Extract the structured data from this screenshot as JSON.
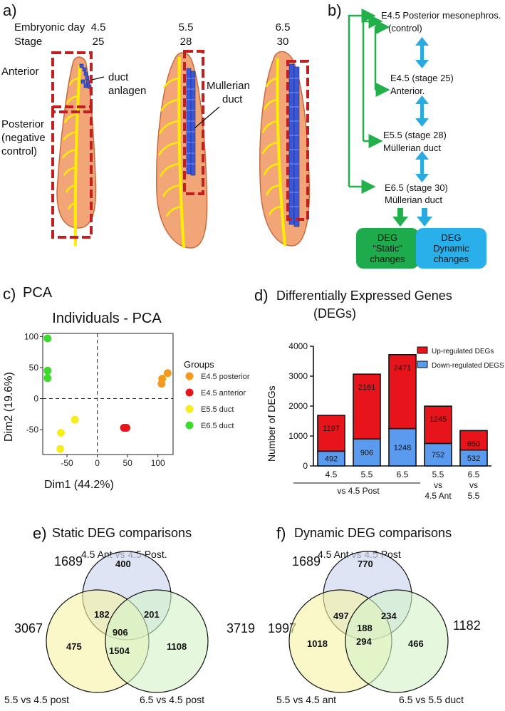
{
  "panel_a": {
    "label": "a)",
    "row_embryonic_day": "Embryonic day",
    "row_stage": "Stage",
    "days": [
      "4.5",
      "5.5",
      "6.5"
    ],
    "stages": [
      "25",
      "28",
      "30"
    ],
    "anterior": "Anterior",
    "posterior_1": "Posterior",
    "posterior_2": "(negative",
    "posterior_3": "control)",
    "duct_anlagen_1": "duct",
    "duct_anlagen_2": "anlagen",
    "mullerian_1": "Mullerian",
    "mullerian_2": "duct"
  },
  "panel_b": {
    "label": "b)",
    "n1a": "E4.5 Posterior mesonephros.",
    "n1b": "(control)",
    "n2a": "E4.5 (stage 25)",
    "n2b": "Anterior.",
    "n3a": "E5.5 (stage 28)",
    "n3b": "Müllerian duct",
    "n4a": "E6.5 (stage 30)",
    "n4b": "Müllerian duct",
    "static_box": [
      "DEG",
      "“Static”",
      "changes"
    ],
    "dynamic_box": [
      "DEG",
      "Dynamic",
      "changes"
    ],
    "colors": {
      "green": "#22b04b",
      "blue": "#29abe2"
    }
  },
  "panel_c": {
    "label": "c)",
    "heading": "PCA",
    "chart_data": {
      "type": "scatter",
      "title": "Individuals - PCA",
      "xlabel": "Dim1 (44.2%)",
      "ylabel": "Dim2 (19.6%)",
      "xlim": [
        -90,
        125
      ],
      "ylim": [
        -90,
        105
      ],
      "xticks": [
        "-50",
        "0",
        "50",
        "100"
      ],
      "yticks": [
        "100",
        "50",
        "0",
        "-50"
      ],
      "legend_title": "Groups",
      "series": [
        {
          "name": "E4.5 posterior",
          "color": "#f39a1e",
          "points": [
            [
              107,
              32
            ],
            [
              116,
              41
            ],
            [
              106,
              24
            ]
          ]
        },
        {
          "name": "E4.5 anterior",
          "color": "#e8141b",
          "points": [
            [
              44,
              -47
            ],
            [
              48,
              -47
            ]
          ]
        },
        {
          "name": "E5.5 duct",
          "color": "#f7ec1e",
          "points": [
            [
              -37,
              -34
            ],
            [
              -60,
              -55
            ],
            [
              -61,
              -81
            ]
          ]
        },
        {
          "name": "E6.5 duct",
          "color": "#3ddc2c",
          "points": [
            [
              -82,
              97
            ],
            [
              -82,
              45
            ],
            [
              -82,
              33
            ]
          ]
        }
      ]
    }
  },
  "panel_d": {
    "label": "d)",
    "heading_1": "Differentially Expressed Genes",
    "heading_2": "(DEGs)",
    "chart_data": {
      "type": "bar",
      "stacked": true,
      "ylabel": "Number of DEGs",
      "ylim": [
        0,
        4000
      ],
      "yticks": [
        "4000",
        "3000",
        "2000",
        "1000",
        "0"
      ],
      "categories": [
        "4.5",
        "5.5",
        "6.5",
        "5.5 vs 4.5 Ant",
        "6.5 vs 5.5"
      ],
      "group_label": "vs 4.5 Post",
      "series": [
        {
          "name": "Down-regulated DEGS",
          "color": "#5b9bef",
          "values": [
            492,
            906,
            1248,
            752,
            532
          ]
        },
        {
          "name": "Up-regulated DEGs",
          "color": "#e8141b",
          "values": [
            1197,
            2161,
            2471,
            1245,
            650
          ]
        }
      ]
    }
  },
  "panel_e": {
    "label": "e)",
    "heading": "Static DEG comparisons",
    "top_label": "4.5 Ant vs 4.5 Post.",
    "left_label": "5.5  vs 4.5 post",
    "right_label": "6.5 vs 4.5 post",
    "total_top": "1689",
    "total_left": "3067",
    "total_right": "3719",
    "only_top": "400",
    "only_left": "475",
    "only_right": "1108",
    "top_left": "182",
    "top_right": "201",
    "left_right": "1504",
    "center": "906"
  },
  "panel_f": {
    "label": "f)",
    "heading": "Dynamic DEG comparisons",
    "top_label": "4.5 Ant vs 4.5 Post",
    "left_label": "5.5 vs 4.5 ant",
    "right_label": "6.5 vs 5.5 duct",
    "total_top": "1689",
    "total_left": "1997",
    "total_right": "1182",
    "only_top": "770",
    "only_left": "1018",
    "only_right": "466",
    "top_left": "497",
    "top_right": "234",
    "left_right": "294",
    "center": "188"
  }
}
